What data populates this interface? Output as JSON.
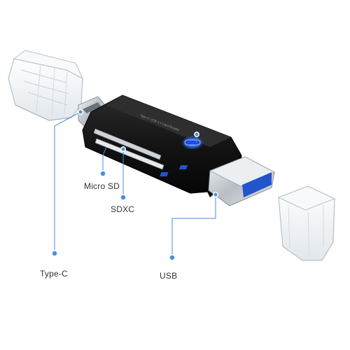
{
  "product": {
    "body_print": "Type-C USB 3.1 Card Reader",
    "colors": {
      "body": "#141414",
      "led": "#2f6bff",
      "callout": "#4a8fd9",
      "metal": "#c9cdd2",
      "usb_tongue": "#2255cc",
      "cap": "#eef2f6"
    }
  },
  "callouts": {
    "micro_sd": "Micro SD",
    "sdxc": "SDXC",
    "type_c": "Type-C",
    "usb": "USB"
  }
}
